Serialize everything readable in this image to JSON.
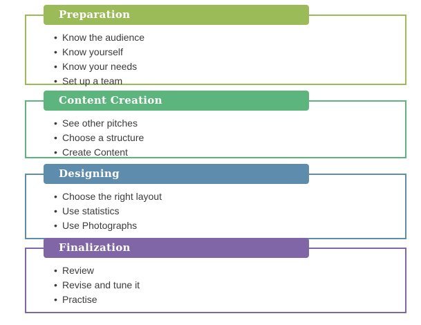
{
  "background": "#FFFFFF",
  "text_color": "#3B3B3B",
  "sections": [
    {
      "title": "Preparation",
      "color": "#9BBB59",
      "items": [
        "Know the audience",
        "Know yourself",
        "Know your needs",
        "Set up a team"
      ]
    },
    {
      "title": "Content Creation",
      "color": "#5CB57C",
      "items": [
        "See other pitches",
        "Choose a structure",
        "Create Content"
      ]
    },
    {
      "title": "Designing",
      "color": "#5E8CAC",
      "items": [
        "Choose the right layout",
        "Use statistics",
        "Use Photographs"
      ]
    },
    {
      "title": "Finalization",
      "color": "#8066A6",
      "items": [
        "Review",
        "Revise and tune it",
        "Practise"
      ]
    }
  ]
}
